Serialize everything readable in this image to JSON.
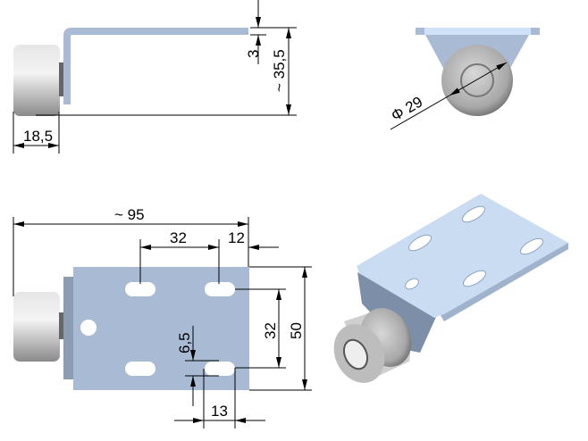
{
  "views": {
    "side": {
      "dimensions": {
        "thickness": "3",
        "height": "~ 35,5",
        "roller_width": "18,5"
      }
    },
    "front": {
      "dimensions": {
        "roller_diameter": "Φ 29"
      }
    },
    "top": {
      "dimensions": {
        "overall_length": "~ 95",
        "hole_spacing_x": "32",
        "edge_offset": "12",
        "hole_spacing_y": "32",
        "plate_width": "50",
        "slot_width": "6,5",
        "slot_length": "13"
      }
    },
    "isometric": {}
  },
  "colors": {
    "plate": "#a9bbd4",
    "plate_light": "#c9dcf2",
    "roller": "#c8c8c8"
  }
}
